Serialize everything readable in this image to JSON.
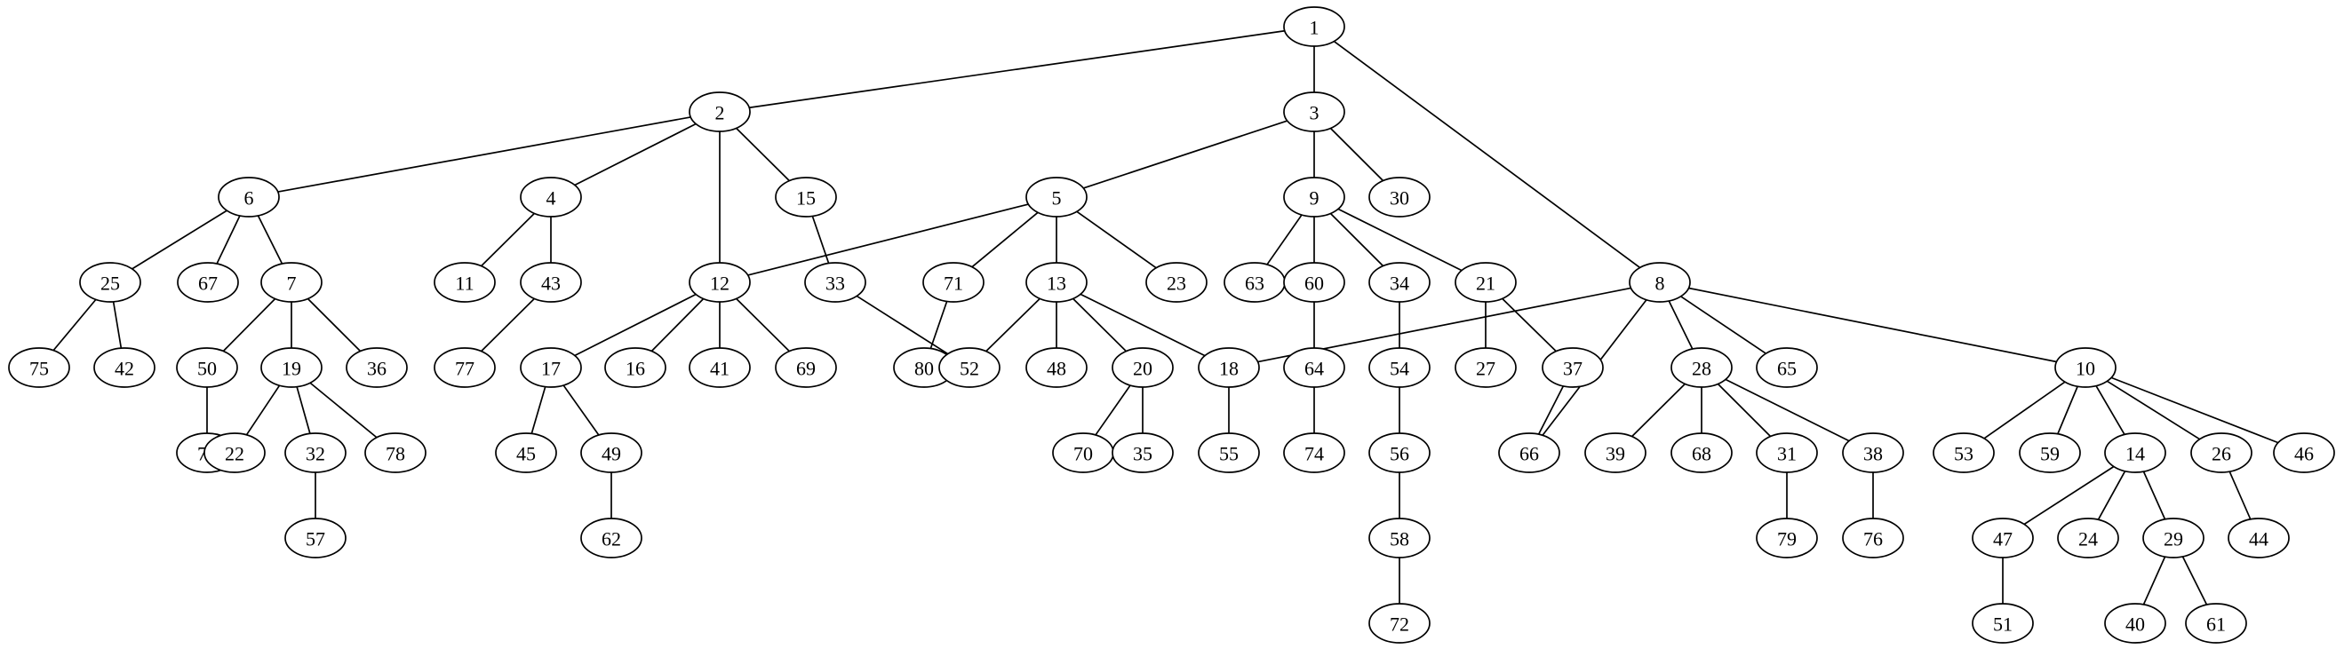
{
  "graph": {
    "nodes": [
      "1",
      "2",
      "3",
      "8",
      "6",
      "4",
      "12",
      "15",
      "5",
      "9",
      "30",
      "25",
      "67",
      "7",
      "11",
      "43",
      "71",
      "13",
      "23",
      "63",
      "60",
      "34",
      "21",
      "28",
      "65",
      "10",
      "75",
      "42",
      "50",
      "19",
      "36",
      "77",
      "17",
      "16",
      "41",
      "69",
      "33",
      "80",
      "52",
      "48",
      "20",
      "18",
      "64",
      "54",
      "27",
      "37",
      "66",
      "39",
      "68",
      "31",
      "38",
      "53",
      "59",
      "14",
      "26",
      "46",
      "73",
      "22",
      "32",
      "78",
      "45",
      "49",
      "70",
      "35",
      "55",
      "74",
      "56",
      "79",
      "76",
      "47",
      "24",
      "29",
      "44",
      "57",
      "62",
      "58",
      "51",
      "40",
      "61",
      "72"
    ],
    "edges": [
      [
        "1",
        "2"
      ],
      [
        "1",
        "3"
      ],
      [
        "1",
        "8"
      ],
      [
        "2",
        "6"
      ],
      [
        "2",
        "4"
      ],
      [
        "2",
        "12"
      ],
      [
        "2",
        "15"
      ],
      [
        "3",
        "5"
      ],
      [
        "3",
        "9"
      ],
      [
        "3",
        "30"
      ],
      [
        "6",
        "25"
      ],
      [
        "6",
        "67"
      ],
      [
        "6",
        "7"
      ],
      [
        "4",
        "11"
      ],
      [
        "4",
        "43"
      ],
      [
        "15",
        "33"
      ],
      [
        "5",
        "12"
      ],
      [
        "5",
        "71"
      ],
      [
        "5",
        "13"
      ],
      [
        "5",
        "23"
      ],
      [
        "9",
        "63"
      ],
      [
        "9",
        "60"
      ],
      [
        "9",
        "34"
      ],
      [
        "9",
        "21"
      ],
      [
        "25",
        "75"
      ],
      [
        "25",
        "42"
      ],
      [
        "7",
        "50"
      ],
      [
        "7",
        "19"
      ],
      [
        "7",
        "36"
      ],
      [
        "43",
        "77"
      ],
      [
        "12",
        "17"
      ],
      [
        "12",
        "16"
      ],
      [
        "12",
        "41"
      ],
      [
        "12",
        "69"
      ],
      [
        "33",
        "52"
      ],
      [
        "71",
        "80"
      ],
      [
        "13",
        "52"
      ],
      [
        "13",
        "48"
      ],
      [
        "13",
        "20"
      ],
      [
        "13",
        "18"
      ],
      [
        "60",
        "64"
      ],
      [
        "34",
        "54"
      ],
      [
        "21",
        "27"
      ],
      [
        "21",
        "37"
      ],
      [
        "8",
        "18"
      ],
      [
        "8",
        "66"
      ],
      [
        "8",
        "28"
      ],
      [
        "8",
        "65"
      ],
      [
        "8",
        "10"
      ],
      [
        "50",
        "73"
      ],
      [
        "19",
        "22"
      ],
      [
        "19",
        "32"
      ],
      [
        "19",
        "78"
      ],
      [
        "17",
        "45"
      ],
      [
        "17",
        "49"
      ],
      [
        "20",
        "70"
      ],
      [
        "20",
        "35"
      ],
      [
        "18",
        "55"
      ],
      [
        "64",
        "74"
      ],
      [
        "54",
        "56"
      ],
      [
        "37",
        "66"
      ],
      [
        "28",
        "39"
      ],
      [
        "28",
        "68"
      ],
      [
        "28",
        "31"
      ],
      [
        "28",
        "38"
      ],
      [
        "10",
        "53"
      ],
      [
        "10",
        "59"
      ],
      [
        "10",
        "14"
      ],
      [
        "10",
        "26"
      ],
      [
        "10",
        "46"
      ],
      [
        "32",
        "57"
      ],
      [
        "49",
        "62"
      ],
      [
        "56",
        "58"
      ],
      [
        "31",
        "79"
      ],
      [
        "38",
        "76"
      ],
      [
        "14",
        "47"
      ],
      [
        "14",
        "24"
      ],
      [
        "14",
        "29"
      ],
      [
        "26",
        "44"
      ],
      [
        "58",
        "72"
      ],
      [
        "47",
        "51"
      ],
      [
        "29",
        "40"
      ],
      [
        "29",
        "61"
      ]
    ]
  }
}
